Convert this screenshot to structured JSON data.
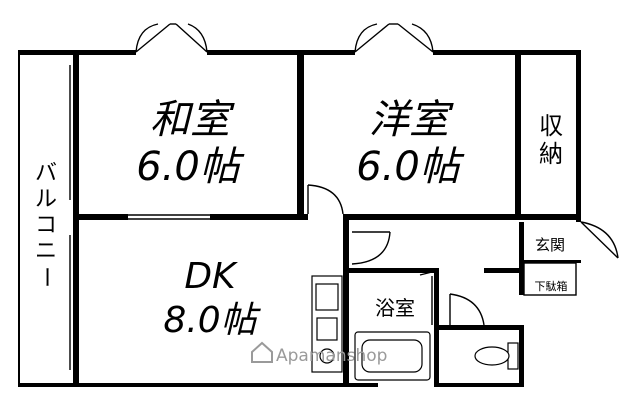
{
  "rooms": {
    "washitsu": {
      "name": "和室",
      "size": "6.0帖"
    },
    "youshitsu": {
      "name": "洋室",
      "size": "6.0帖"
    },
    "dk": {
      "name": "DK",
      "size": "8.0帖"
    },
    "storage": {
      "line1": "収",
      "line2": "納"
    },
    "bath": {
      "name": "浴室"
    },
    "entrance": {
      "name": "玄関"
    },
    "shoe_box": {
      "name": "下駄箱"
    },
    "balcony": {
      "chars": [
        "バ",
        "ル",
        "コ",
        "ニ",
        "ー"
      ]
    }
  },
  "watermark": {
    "text": "Apamanshop"
  }
}
